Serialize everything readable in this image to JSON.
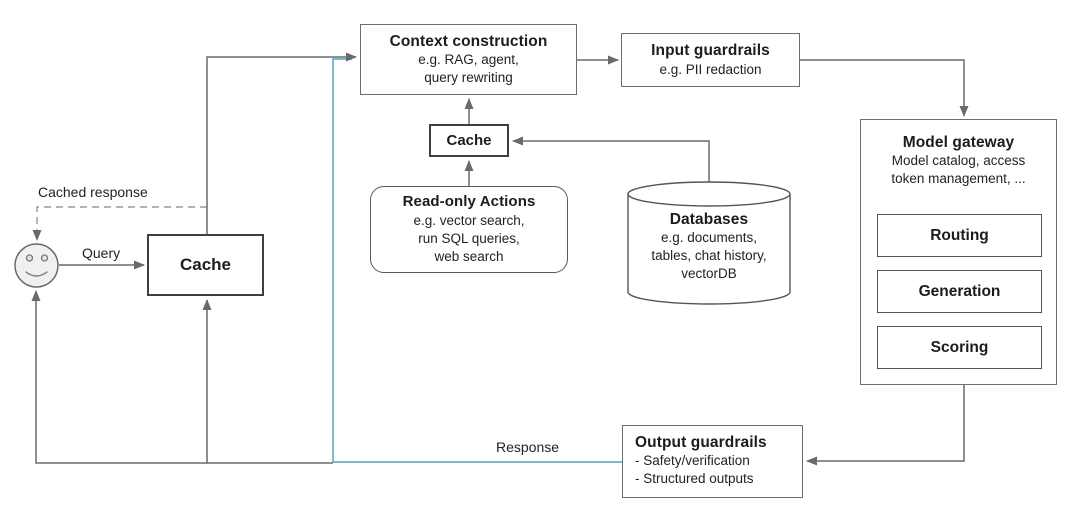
{
  "diagram": {
    "nodes": {
      "cache_main": {
        "title": "Cache"
      },
      "cache_small": {
        "title": "Cache"
      },
      "context_construction": {
        "title": "Context construction",
        "lines": [
          "e.g. RAG, agent,",
          "query rewriting"
        ]
      },
      "input_guardrails": {
        "title": "Input guardrails",
        "lines": [
          "e.g. PII redaction"
        ]
      },
      "model_gateway": {
        "title": "Model gateway",
        "lines": [
          "Model catalog, access",
          "token management, ..."
        ],
        "children": [
          "Routing",
          "Generation",
          "Scoring"
        ]
      },
      "read_only_actions": {
        "title": "Read-only Actions",
        "lines": [
          "e.g. vector search,",
          "run SQL queries,",
          "web search"
        ]
      },
      "databases": {
        "title": "Databases",
        "lines": [
          "e.g. documents,",
          "tables, chat history,",
          "vectorDB"
        ]
      },
      "output_guardrails": {
        "title": "Output guardrails",
        "lines": [
          "- Safety/verification",
          "- Structured outputs"
        ]
      },
      "user": {
        "name": "user"
      }
    },
    "edge_labels": {
      "cached_response": "Cached response",
      "query": "Query",
      "response": "Response"
    }
  },
  "colors": {
    "line": "#6a6a6a",
    "dashed_line": "#9a9a9a",
    "response_path": "#62b2c8",
    "box_border": "#6e6e6e",
    "cache_border": "#3f3f3f",
    "text": "#1c1c1c",
    "user_fill": "#f0f0f0",
    "background": "#ffffff"
  }
}
